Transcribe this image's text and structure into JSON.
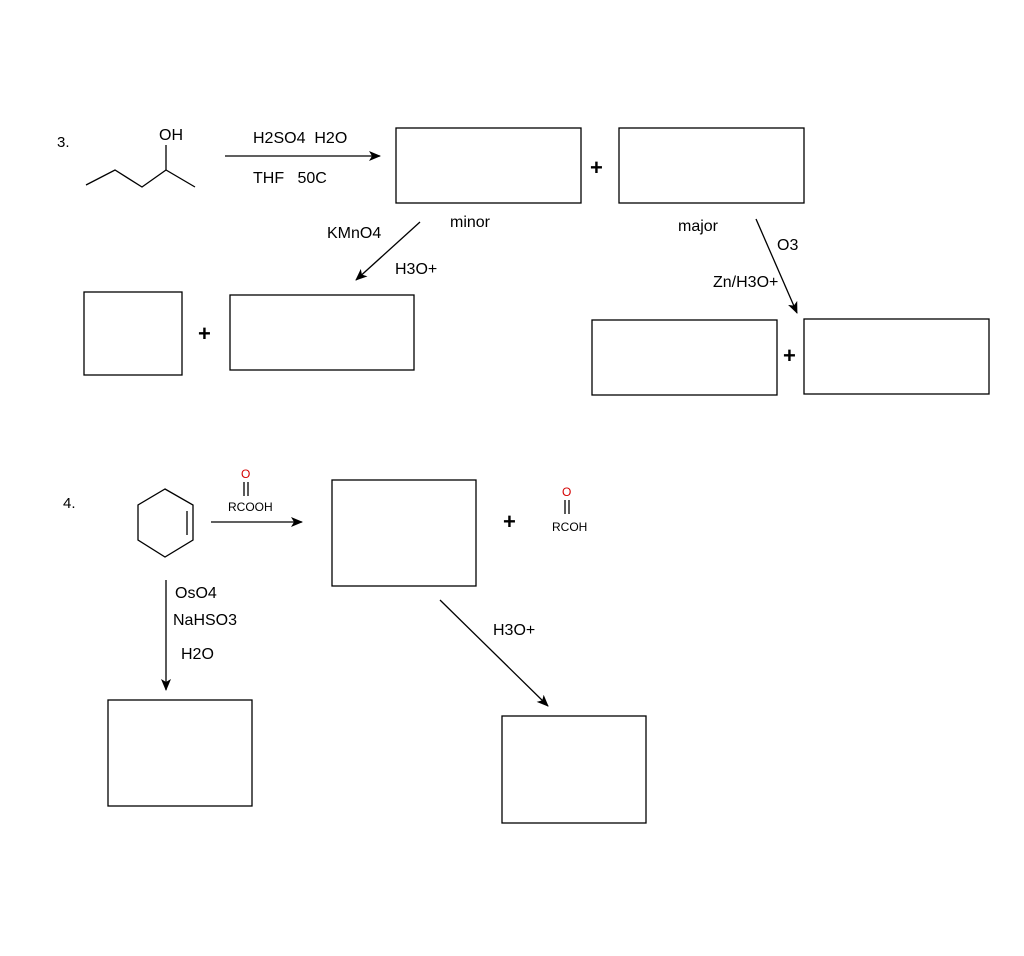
{
  "problem3": {
    "number": "3.",
    "oh_label": "OH",
    "reagent_top": "H2SO4  H2O",
    "reagent_bottom": "THF   50C",
    "plus_1": "+",
    "minor_label": "minor",
    "major_label": "major",
    "kmno4_label": "KMnO4",
    "h3o_label_left": "H3O+",
    "o3_label": "O3",
    "zn_label": "Zn/H3O+",
    "plus_2": "+",
    "plus_3": "+"
  },
  "problem4": {
    "number": "4.",
    "peracid_o": "O",
    "peracid_label": "RCOOH",
    "plus": "+",
    "acid_o": "O",
    "acid_label": "RCOH",
    "oso4_label": "OsO4",
    "nahso3_label": "NaHSO3",
    "h2o_label": "H2O",
    "h3o_label": "H3O+"
  },
  "colors": {
    "ink": "#000000",
    "carbonyl_oxygen": "#d40000"
  }
}
